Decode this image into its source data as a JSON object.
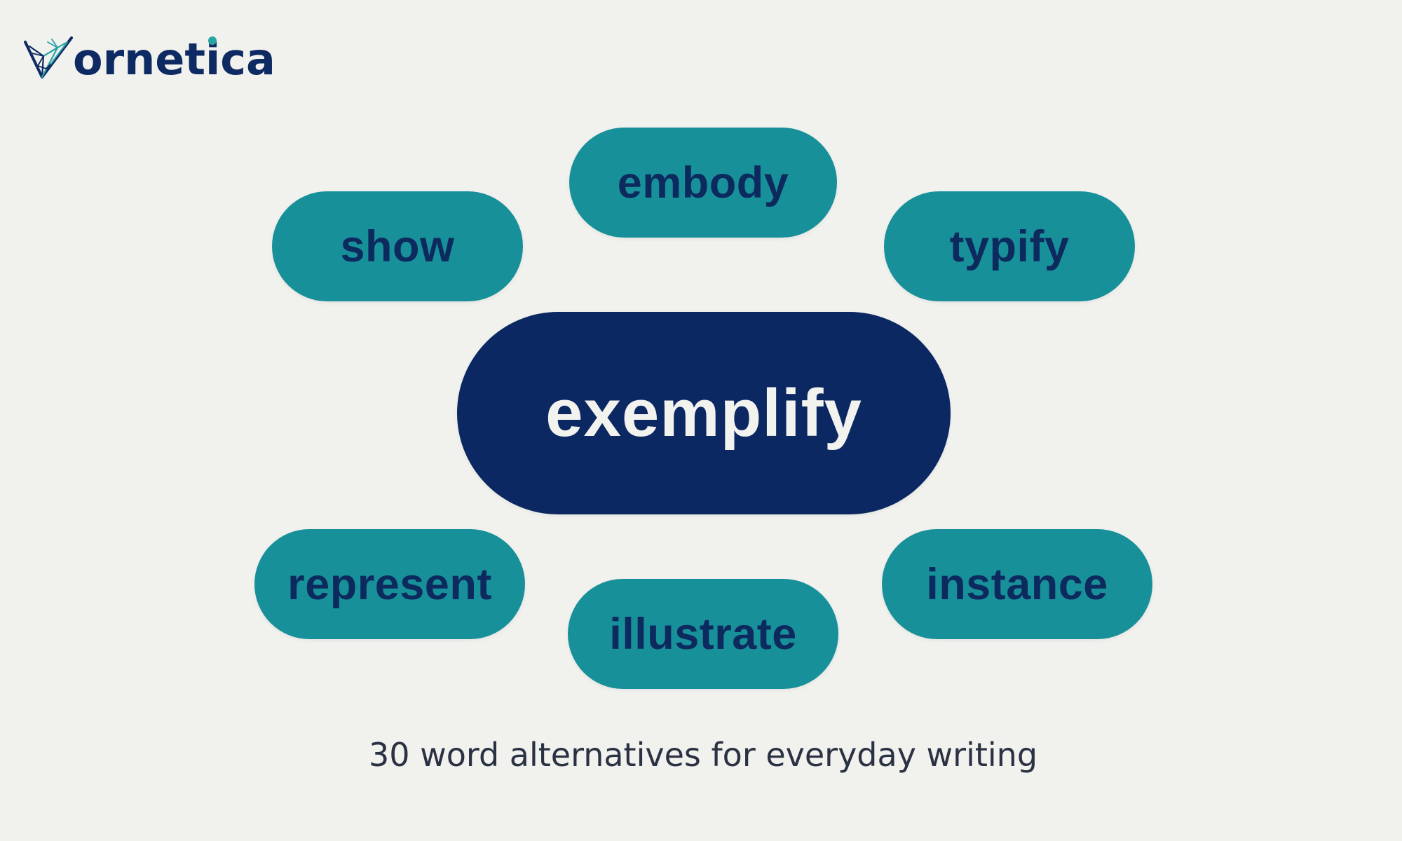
{
  "brand": {
    "logo_text": "ornetica",
    "logo_mark_icon": "v-geometric-logo-icon",
    "colors": {
      "navy": "#0e2a63",
      "teal": "#18909a",
      "accent_dot": "#2aa3a3"
    }
  },
  "diagram": {
    "center_word": "exemplify",
    "center_color": "#0b2862",
    "center_text_color": "#f2f2ee",
    "pill_color": "#18909a",
    "pill_text_color": "#0d2a5e",
    "synonyms": [
      "embody",
      "show",
      "typify",
      "represent",
      "instance",
      "illustrate"
    ]
  },
  "caption": "30 word alternatives for everyday writing"
}
